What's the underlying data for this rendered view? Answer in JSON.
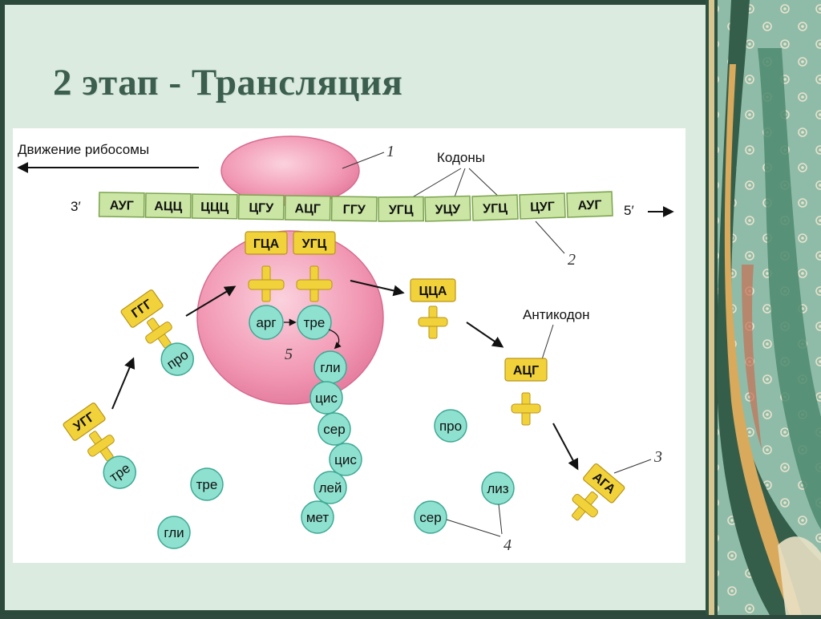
{
  "slide": {
    "title": "2 этап - Трансляция",
    "colors": {
      "background": "#dcebe0",
      "title": "#3b5e4f",
      "mrna": "#cbe6a4",
      "trna": "#f2d23a",
      "amino_acid": "#8ee0cf",
      "ribosome": "#f4a5bd"
    }
  },
  "diagram": {
    "ribosome_motion_label": "Движение рибосомы",
    "prime3": "3′",
    "prime5": "5′",
    "codons_label": "Кодоны",
    "anticodon_label": "Антикодон",
    "codons": [
      "АУГ",
      "АЦЦ",
      "ЦЦЦ",
      "ЦГУ",
      "АЦГ",
      "ГГУ",
      "УГЦ",
      "УЦУ",
      "УГЦ",
      "ЦУГ",
      "АУГ"
    ],
    "numbers": {
      "n1": "1",
      "n2": "2",
      "n3": "3",
      "n4": "4",
      "n5": "5"
    },
    "trna": {
      "bound1": "ГЦА",
      "bound2": "УГЦ",
      "ggg": "ГГГ",
      "ugg": "УГГ",
      "released": "ЦЦА",
      "acg": "АЦГ",
      "aga": "АГА"
    },
    "amino_acids": {
      "arg": "арг",
      "tre_bound": "тре",
      "pro_ggg": "про",
      "tre_ugg": "тре",
      "chain": [
        "гли",
        "цис",
        "сер",
        "цис",
        "лей",
        "мет"
      ],
      "free_tre": "тре",
      "free_gli": "гли",
      "free_pro": "про",
      "free_ser": "сер",
      "free_liz": "лиз"
    }
  }
}
